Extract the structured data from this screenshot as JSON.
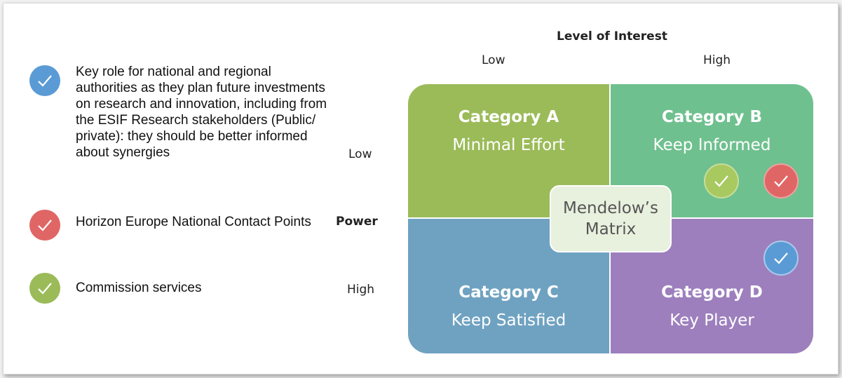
{
  "legend": [
    {
      "text": "Key role for national and regional authorities as they  plan future investments on research and innovation,  including from the ESIF Research stakeholders (Public/ private): they should  be better informed about synergies",
      "color": "#5b9bd5"
    },
    {
      "text": "Horizon Europe National Contact Points",
      "color": "#e06666"
    },
    {
      "text": "Commission services",
      "color": "#9bbb59"
    }
  ],
  "axes": {
    "interest_title": "Level of Interest",
    "interest_low": "Low",
    "interest_high": "High",
    "power_title": "Power",
    "power_low": "Low",
    "power_high": "High"
  },
  "matrix": {
    "a": {
      "title": "Category A",
      "sub": "Minimal Effort",
      "color": "#9bbb59"
    },
    "b": {
      "title": "Category B",
      "sub": "Keep Informed",
      "color": "#6fc08f"
    },
    "c": {
      "title": "Category C",
      "sub": "Keep Satisfied",
      "color": "#6fa2c1"
    },
    "d": {
      "title": "Category D",
      "sub": "Key Player",
      "color": "#9d7fbd"
    },
    "center_line1": "Mendelow’s",
    "center_line2": "Matrix"
  },
  "markers": [
    {
      "category": "Category B",
      "color": "#a7c960",
      "icon": "check-icon"
    },
    {
      "category": "Category B",
      "color": "#e06666",
      "icon": "check-icon"
    },
    {
      "category": "Category D",
      "color": "#5b9bd5",
      "icon": "check-icon"
    }
  ]
}
